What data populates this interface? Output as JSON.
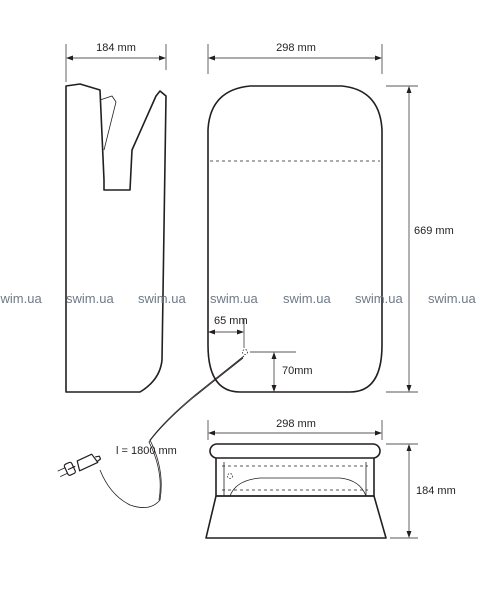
{
  "dimensions": {
    "side_width": "184 mm",
    "front_width": "298 mm",
    "front_height": "669 mm",
    "inlet_offset_x": "65 mm",
    "inlet_offset_y": "70mm",
    "cable_length": "l = 1800 mm",
    "bottom_width": "298 mm",
    "bottom_depth": "184 mm"
  },
  "watermark": {
    "items": [
      "swim.ua",
      "swim.ua",
      "swim.ua",
      "swim.ua",
      "swim.ua",
      "swim.ua",
      "swim.ua"
    ]
  }
}
